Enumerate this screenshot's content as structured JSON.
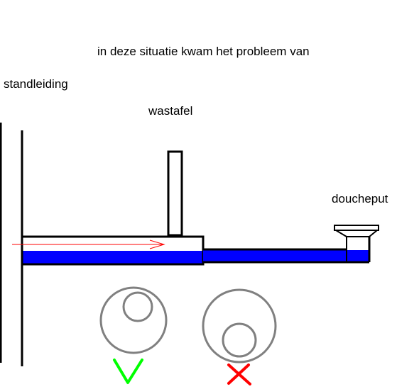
{
  "labels": {
    "title": "in deze situatie kwam het probleem van",
    "standpipe": "standleiding",
    "sink": "wastafel",
    "shower_drain": "doucheput"
  },
  "colors": {
    "line": "#000000",
    "water": "#0000ff",
    "flow_arrow": "#ff0000",
    "circle_outline": "#808080",
    "check_mark": "#00ff00",
    "cross_mark": "#ff0000"
  },
  "icons": {
    "good_pipe": "check-icon",
    "bad_pipe": "cross-icon"
  }
}
